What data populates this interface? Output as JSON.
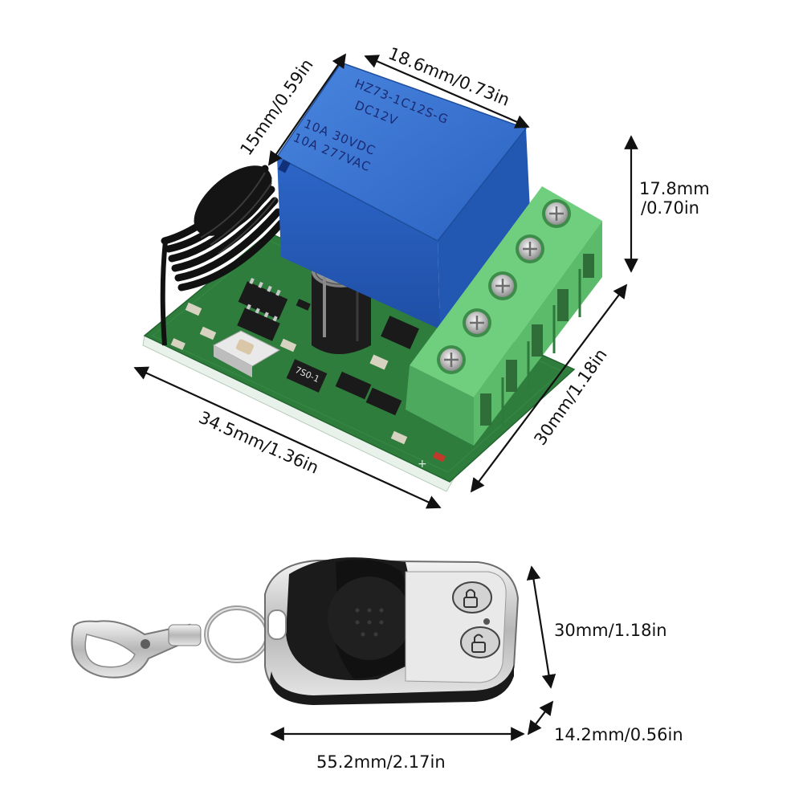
{
  "relay_module": {
    "relay_markings": {
      "model": "HZ73-1C12S-G",
      "coil": "DC12V",
      "rating_dc": "10A 30VDC",
      "rating_ac": "10A 277VAC"
    },
    "pcb_marking": "7S0-1",
    "terminal_count": 5
  },
  "dimensions": {
    "relay_depth": "15mm/0.59in",
    "relay_width": "18.6mm/0.73in",
    "relay_height_line1": "17.8mm",
    "relay_height_line2": "/0.70in",
    "board_length": "34.5mm/1.36in",
    "board_width": "30mm/1.18in",
    "remote_height": "30mm/1.18in",
    "remote_thickness": "14.2mm/0.56in",
    "remote_length": "55.2mm/2.17in"
  },
  "colors": {
    "pcb": "#2f7d3c",
    "relay": "#2c68c9",
    "terminal": "#66c475",
    "remote_body": "#1b1b1b",
    "remote_metal": "#c8c8c8"
  },
  "icons": [
    "lock-icon",
    "unlock-icon"
  ]
}
